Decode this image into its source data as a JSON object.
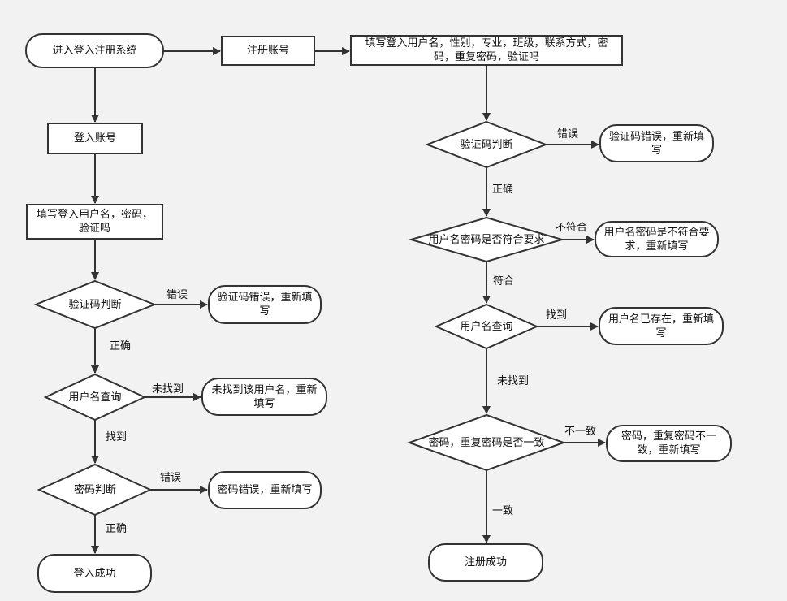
{
  "nodes": {
    "enter_system": "进入登入注册系统",
    "register_account": "注册账号",
    "reg_fill": "填写登入用户名，性别，专业，班级，联系方式，密码，重复密码，验证吗",
    "login_account": "登入账号",
    "login_fill": "填写登入用户名，密码，验证吗",
    "login_captcha_check": "验证码判断",
    "login_captcha_error": "验证码错误，重新填写",
    "login_user_lookup": "用户名查询",
    "login_user_not_found": "未找到该用户名，重新填写",
    "login_password_check": "密码判断",
    "login_password_error": "密码错误，重新填写",
    "login_success": "登入成功",
    "reg_captcha_check": "验证码判断",
    "reg_captcha_error": "验证码错误，重新填写",
    "reg_format_check": "用户名密码是否符合要求",
    "reg_format_error": "用户名密码是不符合要求，重新填写",
    "reg_user_lookup": "用户名查询",
    "reg_user_exists": "用户名已存在，重新填写",
    "reg_repeat_check": "密码，重复密码是否一致",
    "reg_repeat_error": "密码，重复密码不一致，重新填写",
    "reg_success": "注册成功"
  },
  "edges": {
    "login_captcha_wrong": "错误",
    "login_captcha_right": "正确",
    "login_not_found": "未找到",
    "login_found": "找到",
    "login_pw_wrong": "错误",
    "login_pw_right": "正确",
    "reg_captcha_wrong": "错误",
    "reg_captcha_right": "正确",
    "reg_nonconform": "不符合",
    "reg_conform": "符合",
    "reg_found": "找到",
    "reg_not_found": "未找到",
    "reg_mismatch": "不一致",
    "reg_match": "一致"
  },
  "colors": {
    "background": "#f2f2f2",
    "shape_fill": "#ffffff",
    "stroke": "#333333"
  }
}
